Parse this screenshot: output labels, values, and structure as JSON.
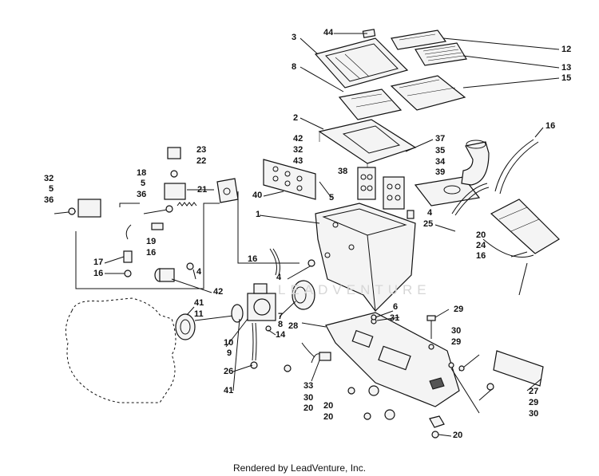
{
  "footer": "Rendered by LeadVenture, Inc.",
  "watermark": "LEADVENTURE",
  "labels": [
    {
      "id": "l44",
      "text": "44"
    },
    {
      "id": "l3",
      "text": "3"
    },
    {
      "id": "l12",
      "text": "12"
    },
    {
      "id": "l13",
      "text": "13"
    },
    {
      "id": "l8",
      "text": "8"
    },
    {
      "id": "l15",
      "text": "15"
    },
    {
      "id": "l2",
      "text": "2"
    },
    {
      "id": "l37",
      "text": "37"
    },
    {
      "id": "l16a",
      "text": "16"
    },
    {
      "id": "l23",
      "text": "23"
    },
    {
      "id": "l22",
      "text": "22"
    },
    {
      "id": "l42a",
      "text": "42"
    },
    {
      "id": "l32a",
      "text": "32"
    },
    {
      "id": "l43",
      "text": "43"
    },
    {
      "id": "l35",
      "text": "35"
    },
    {
      "id": "l34",
      "text": "34"
    },
    {
      "id": "l39",
      "text": "39"
    },
    {
      "id": "l38",
      "text": "38"
    },
    {
      "id": "l18",
      "text": "18"
    },
    {
      "id": "l5a",
      "text": "5"
    },
    {
      "id": "l36a",
      "text": "36"
    },
    {
      "id": "l21",
      "text": "21"
    },
    {
      "id": "l40",
      "text": "40"
    },
    {
      "id": "l5b",
      "text": "5"
    },
    {
      "id": "l32b",
      "text": "32"
    },
    {
      "id": "l5c",
      "text": "5"
    },
    {
      "id": "l36b",
      "text": "36"
    },
    {
      "id": "l1",
      "text": "1"
    },
    {
      "id": "l4a",
      "text": "4"
    },
    {
      "id": "l25",
      "text": "25"
    },
    {
      "id": "l20a",
      "text": "20"
    },
    {
      "id": "l24",
      "text": "24"
    },
    {
      "id": "l19",
      "text": "19"
    },
    {
      "id": "l16b",
      "text": "16"
    },
    {
      "id": "l16c",
      "text": "16"
    },
    {
      "id": "l17",
      "text": "17"
    },
    {
      "id": "l16d",
      "text": "16"
    },
    {
      "id": "l16e",
      "text": "16"
    },
    {
      "id": "l4b",
      "text": "4"
    },
    {
      "id": "l4c",
      "text": "4"
    },
    {
      "id": "l42b",
      "text": "42"
    },
    {
      "id": "l41a",
      "text": "41"
    },
    {
      "id": "l11",
      "text": "11"
    },
    {
      "id": "l6",
      "text": "6"
    },
    {
      "id": "l7",
      "text": "7"
    },
    {
      "id": "l31",
      "text": "31"
    },
    {
      "id": "l29a",
      "text": "29"
    },
    {
      "id": "l28",
      "text": "28"
    },
    {
      "id": "l8b",
      "text": "8"
    },
    {
      "id": "l14",
      "text": "14"
    },
    {
      "id": "l10",
      "text": "10"
    },
    {
      "id": "l9",
      "text": "9"
    },
    {
      "id": "l30a",
      "text": "30"
    },
    {
      "id": "l29b",
      "text": "29"
    },
    {
      "id": "l26",
      "text": "26"
    },
    {
      "id": "l41b",
      "text": "41"
    },
    {
      "id": "l33",
      "text": "33"
    },
    {
      "id": "l30b",
      "text": "30"
    },
    {
      "id": "l20b",
      "text": "20"
    },
    {
      "id": "l27",
      "text": "27"
    },
    {
      "id": "l29c",
      "text": "29"
    },
    {
      "id": "l30c",
      "text": "30"
    },
    {
      "id": "l20c",
      "text": "20"
    },
    {
      "id": "l20d",
      "text": "20"
    },
    {
      "id": "l20e",
      "text": "20"
    }
  ]
}
